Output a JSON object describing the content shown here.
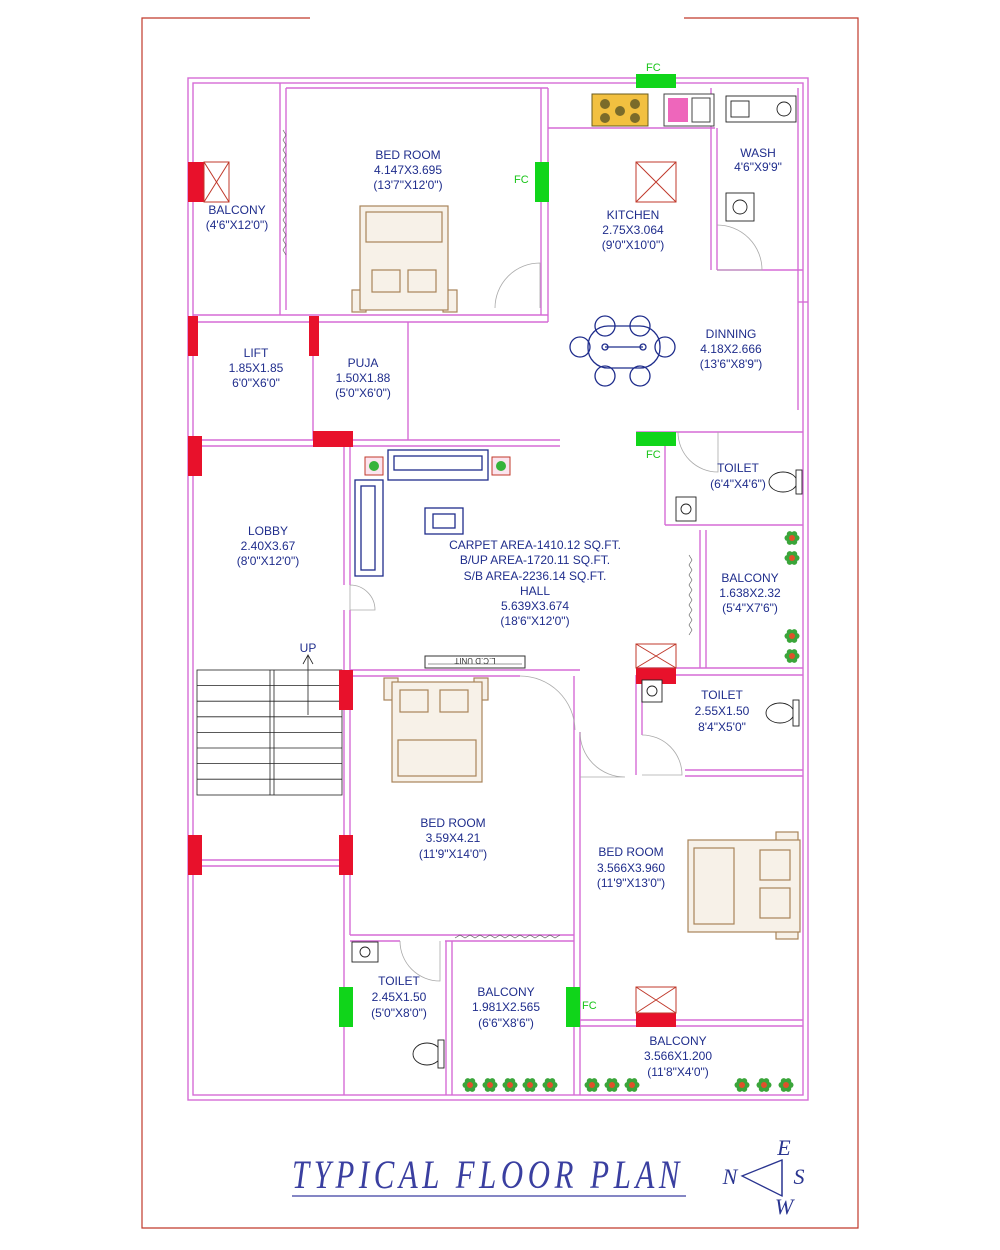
{
  "rooms": [
    {
      "id": "bedroom-top",
      "name": "BED ROOM",
      "dim": "4.147X3.695",
      "ft": "(13'7\"X12'0\")"
    },
    {
      "id": "balcony-top-left",
      "name": "BALCONY",
      "dim": "",
      "ft": "(4'6\"X12'0\")"
    },
    {
      "id": "kitchen",
      "name": "KITCHEN",
      "dim": "2.75X3.064",
      "ft": "(9'0\"X10'0\")"
    },
    {
      "id": "wash",
      "name": "WASH",
      "dim": "4'6\"X9'9\"",
      "ft": ""
    },
    {
      "id": "dinning",
      "name": "DINNING",
      "dim": "4.18X2.666",
      "ft": "(13'6\"X8'9\")"
    },
    {
      "id": "lift",
      "name": "LIFT",
      "dim": "1.85X1.85",
      "ft": "6'0\"X6'0\""
    },
    {
      "id": "puja",
      "name": "PUJA",
      "dim": "1.50X1.88",
      "ft": "(5'0\"X6'0\")"
    },
    {
      "id": "toilet-right",
      "name": "TOILET",
      "dim": "",
      "ft": "(6'4\"X4'6\")"
    },
    {
      "id": "lobby",
      "name": "LOBBY",
      "dim": "2.40X3.67",
      "ft": "(8'0\"X12'0\")"
    },
    {
      "id": "balcony-right",
      "name": "BALCONY",
      "dim": "1.638X2.32",
      "ft": "(5'4\"X7'6\")"
    },
    {
      "id": "toilet-mid",
      "name": "TOILET",
      "dim": "2.55X1.50",
      "ft": "8'4\"X5'0\""
    },
    {
      "id": "bedroom-mid",
      "name": "BED ROOM",
      "dim": "3.59X4.21",
      "ft": "(11'9\"X14'0\")"
    },
    {
      "id": "bedroom-right",
      "name": "BED ROOM",
      "dim": "3.566X3.960",
      "ft": "(11'9\"X13'0\")"
    },
    {
      "id": "toilet-bottom",
      "name": "TOILET",
      "dim": "2.45X1.50",
      "ft": "(5'0\"X8'0\")"
    },
    {
      "id": "balcony-bottom-mid",
      "name": "BALCONY",
      "dim": "1.981X2.565",
      "ft": "(6'6\"X8'6\")"
    },
    {
      "id": "balcony-bottom-right",
      "name": "BALCONY",
      "dim": "3.566X1.200",
      "ft": "(11'8\"X4'0\")"
    }
  ],
  "hall": {
    "carpet": "CARPET AREA-1410.12 SQ.FT.",
    "builtup": "B/UP AREA-1720.11 SQ.FT.",
    "superbuiltup": "S/B AREA-2236.14 SQ.FT.",
    "name": "HALL",
    "dim": "5.639X3.674",
    "ft": "(18'6\"X12'0\")"
  },
  "labels": {
    "fc": "FC",
    "up": "UP",
    "lcd": "L.C.D UNIT"
  },
  "title": "TYPICAL  FLOOR  PLAN",
  "compass": {
    "n": "N",
    "e": "E",
    "s": "S",
    "w": "W"
  },
  "colors": {
    "wall": "#d56cd6",
    "text": "#1f2d8c",
    "column": "#e8112b",
    "fc": "#10d51a",
    "border": "#c0392b"
  }
}
